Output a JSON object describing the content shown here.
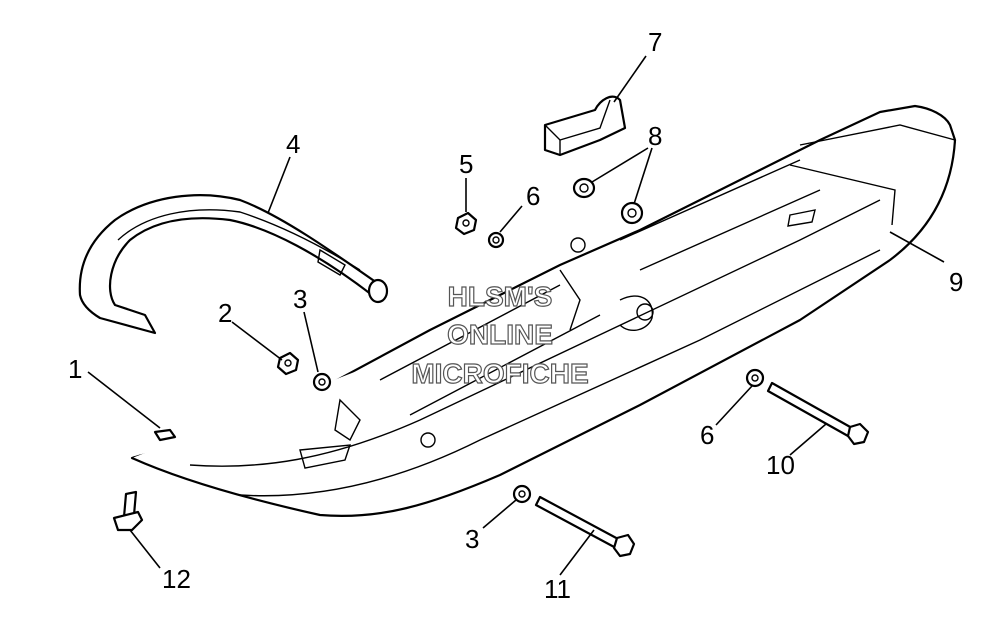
{
  "callouts": [
    {
      "id": "1",
      "label": "1"
    },
    {
      "id": "2",
      "label": "2"
    },
    {
      "id": "3a",
      "label": "3"
    },
    {
      "id": "3b",
      "label": "3"
    },
    {
      "id": "4",
      "label": "4"
    },
    {
      "id": "5",
      "label": "5"
    },
    {
      "id": "6a",
      "label": "6"
    },
    {
      "id": "6b",
      "label": "6"
    },
    {
      "id": "7",
      "label": "7"
    },
    {
      "id": "8",
      "label": "8"
    },
    {
      "id": "9",
      "label": "9"
    },
    {
      "id": "10",
      "label": "10"
    },
    {
      "id": "11",
      "label": "11"
    },
    {
      "id": "12",
      "label": "12"
    }
  ],
  "watermark": {
    "line1": "HLSM'S",
    "line2": "ONLINE",
    "line3": "MICROFICHE"
  }
}
